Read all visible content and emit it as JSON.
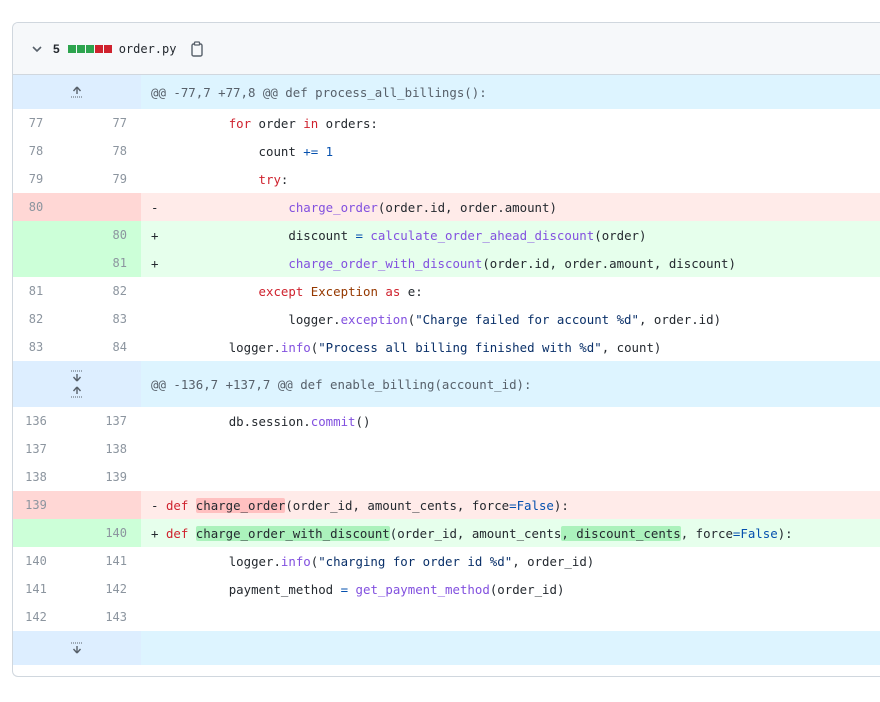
{
  "file": {
    "change_count": "5",
    "filename": "order.py",
    "diffstat": [
      "add",
      "add",
      "add",
      "del",
      "del"
    ]
  },
  "hunks": [
    {
      "header": "@@ -77,7 +77,8 @@ def process_all_billings():"
    },
    {
      "header": "@@ -136,7 +137,7 @@ def enable_billing(account_id):"
    }
  ],
  "lines": [
    {
      "old": "77",
      "new": "77"
    },
    {
      "old": "78",
      "new": "78"
    },
    {
      "old": "79",
      "new": "79"
    },
    {
      "old": "80",
      "new": ""
    },
    {
      "old": "",
      "new": "80"
    },
    {
      "old": "",
      "new": "81"
    },
    {
      "old": "81",
      "new": "82"
    },
    {
      "old": "82",
      "new": "83"
    },
    {
      "old": "83",
      "new": "84"
    },
    {
      "old": "136",
      "new": "137"
    },
    {
      "old": "137",
      "new": "138"
    },
    {
      "old": "138",
      "new": "139"
    },
    {
      "old": "139",
      "new": ""
    },
    {
      "old": "",
      "new": "140"
    },
    {
      "old": "140",
      "new": "141"
    },
    {
      "old": "141",
      "new": "142"
    },
    {
      "old": "142",
      "new": "143"
    }
  ],
  "code": {
    "l1": {
      "kw1": "for",
      "t1": " order ",
      "kw2": "in",
      "t2": " orders:"
    },
    "l2": {
      "t1": "count ",
      "op": "+=",
      "num": " 1"
    },
    "l3": {
      "kw": "try",
      ":": ":"
    },
    "l4": {
      "marker": "-",
      "fn": "charge_order",
      "t": "(order.id, order.amount)"
    },
    "l5": {
      "marker": "+",
      "t1": "discount ",
      "op": "=",
      "fn": " calculate_order_ahead_discount",
      "t2": "(order)"
    },
    "l6": {
      "marker": "+",
      "fn": "charge_order_with_discount",
      "t": "(order.id, order.amount, discount)"
    },
    "l7": {
      "kw1": "except",
      "sp": " ",
      "kw2": "Exception",
      "sp2": " ",
      "kw3": "as",
      "t": " e:"
    },
    "l8": {
      "t1": "logger.",
      "fn": "exception",
      "t2": "(",
      "str": "\"Charge failed for account %d\"",
      "t3": ", order.id)"
    },
    "l9": {
      "t1": "logger.",
      "fn": "info",
      "t2": "(",
      "str": "\"Process all billing finished with %d\"",
      "t3": ", count)"
    },
    "l10": {
      "t1": "db.session.",
      "fn": "commit",
      "t2": "()"
    },
    "l13": {
      "marker": "-",
      "kw": "def",
      "sp": " ",
      "hl": "charge_order",
      "t1": "(order_id, amount_cents, force",
      "op": "=",
      "kw2": "False",
      "t2": "):"
    },
    "l14": {
      "marker": "+",
      "kw": "def",
      "sp": " ",
      "hl": "charge_order_with_discount",
      "t1": "(order_id, amount_cents",
      "hl2": ", discount_cents",
      "t2": ", force",
      "op": "=",
      "kw2": "False",
      "t3": "):"
    },
    "l15": {
      "t1": "logger.",
      "fn": "info",
      "t2": "(",
      "str": "\"charging for order id %d\"",
      "t3": ", order_id)"
    },
    "l16": {
      "t1": "payment_method ",
      "op": "=",
      "fn": " get_payment_method",
      "t2": "(order_id)"
    }
  },
  "colors": {
    "addition": "#2da44e",
    "deletion": "#cf222e",
    "hunk_bg": "#ddf4ff",
    "del_bg": "#ffebe9",
    "add_bg": "#e6ffec"
  },
  "icons": [
    "chevron-down-icon",
    "copy-icon",
    "expand-up-icon",
    "expand-down-icon"
  ]
}
